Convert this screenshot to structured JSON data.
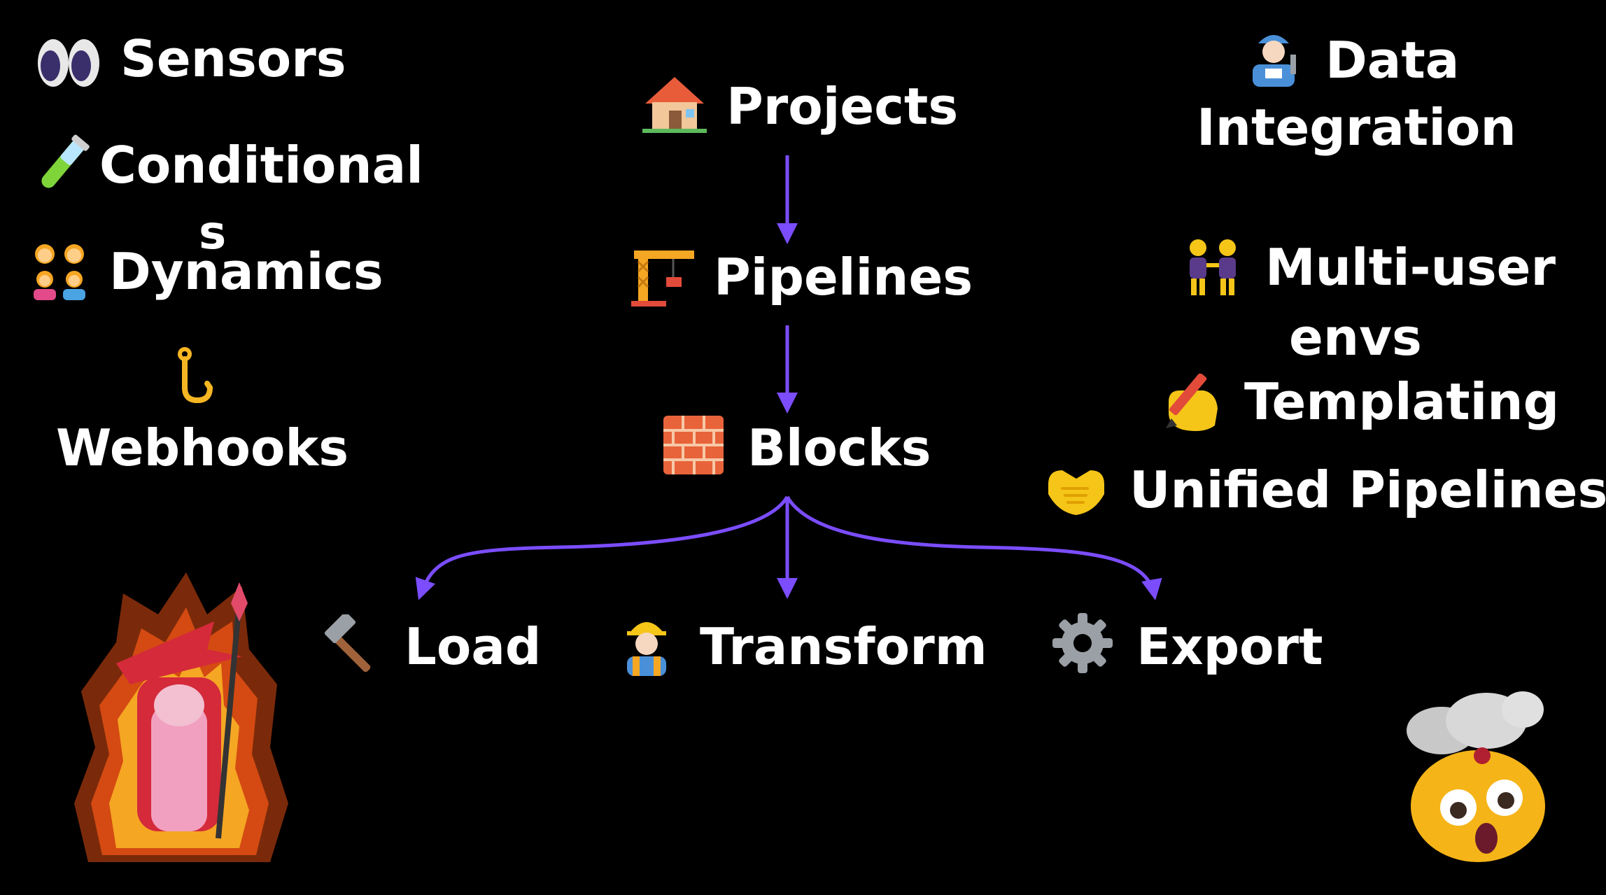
{
  "left_features": {
    "sensors": "Sensors",
    "conditionals_line1": "Conditional",
    "conditionals_line2": "s",
    "dynamics": "Dynamics",
    "webhooks": "Webhooks"
  },
  "hierarchy": {
    "projects": "Projects",
    "pipelines": "Pipelines",
    "blocks": "Blocks",
    "load": "Load",
    "transform": "Transform",
    "export": "Export"
  },
  "right_features": {
    "data_integration_line1": "Data",
    "data_integration_line2": "Integration",
    "multi_user_line1": "Multi-user",
    "multi_user_line2": "envs",
    "templating": "Templating",
    "unified_pipelines": "Unified Pipelines"
  },
  "colors": {
    "background": "#000000",
    "text": "#ffffff",
    "arrow": "#7b4dff"
  },
  "icons": [
    "eyes-icon",
    "test-tube-icon",
    "family-icon",
    "hook-icon",
    "house-icon",
    "crane-icon",
    "brick-icon",
    "hammer-icon",
    "construction-worker-icon",
    "gear-icon",
    "mechanic-icon",
    "two-people-icon",
    "writing-hand-icon",
    "handshake-icon",
    "wizard-mascot-icon",
    "exploding-head-icon"
  ]
}
